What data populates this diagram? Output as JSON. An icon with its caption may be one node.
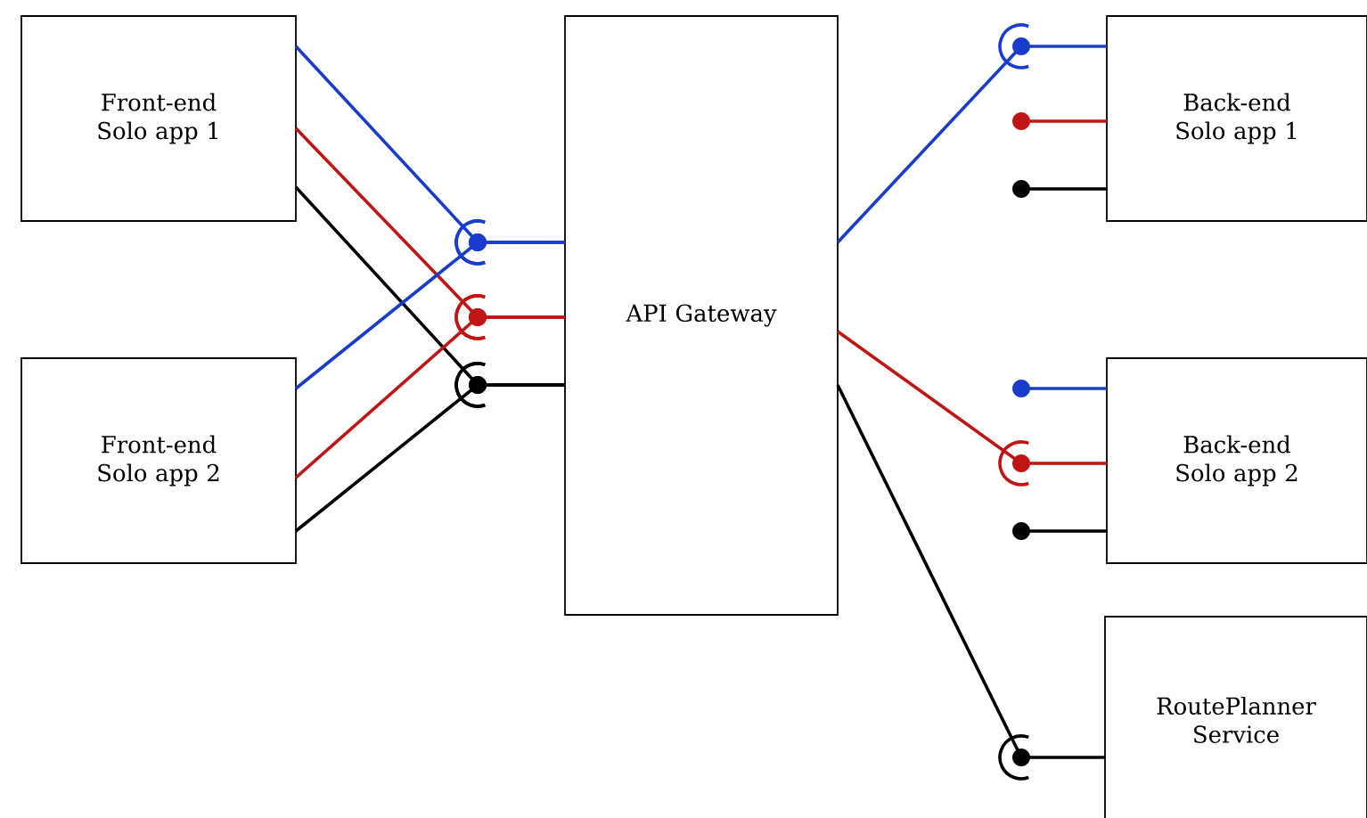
{
  "diagram": {
    "nodes": [
      {
        "text": [
          "Front-end Solo app 1"
        ]
      },
      {
        "text": [
          "Front-end Solo app 2"
        ]
      },
      {
        "text": [
          "API Gateway"
        ]
      },
      {
        "text": [
          "Back-end Solo app 1"
        ]
      },
      {
        "text": [
          "Back-end Solo app 2"
        ]
      },
      {
        "text": [
          "RoutePlanner Service"
        ]
      }
    ],
    "edges": [
      {
        "from": 0,
        "to": 2,
        "arrow": "none",
        "color": "#1a3ccc"
      },
      {
        "from": 0,
        "to": 2,
        "arrow": "none",
        "color": "#c01515"
      },
      {
        "from": 0,
        "to": 2,
        "arrow": "none"
      },
      {
        "from": 1,
        "to": 2,
        "arrow": "none",
        "color": "#1a3ccc"
      },
      {
        "from": 1,
        "to": 2,
        "arrow": "none",
        "color": "#c01515"
      },
      {
        "from": 1,
        "to": 2,
        "arrow": "none"
      },
      {
        "from": 2,
        "to": 3,
        "arrow": "none",
        "color": "#1a3ccc"
      },
      {
        "from": 3,
        "to": null,
        "arrow": "other",
        "color": "#c01515"
      },
      {
        "from": 3,
        "to": null,
        "arrow": "other"
      },
      {
        "from": 4,
        "to": null,
        "arrow": "other",
        "color": "#1a3ccc"
      },
      {
        "from": 2,
        "to": 4,
        "arrow": "none",
        "color": "#c01515"
      },
      {
        "from": 4,
        "to": null,
        "arrow": "other"
      },
      {
        "from": 2,
        "to": 5,
        "arrow": "none"
      }
    ]
  }
}
